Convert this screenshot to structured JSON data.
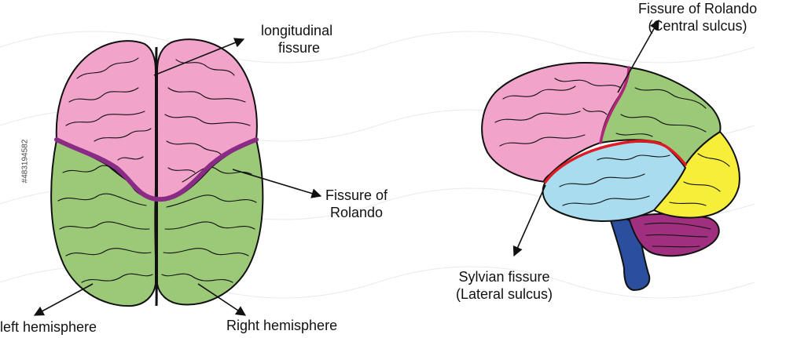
{
  "labels": {
    "longitudinal_line1": "longitudinal",
    "longitudinal_line2": "fissure",
    "rolando_line1": "Fissure of",
    "rolando_line2": "Rolando",
    "left_hemisphere": "left hemisphere",
    "right_hemisphere": "Right hemisphere",
    "central_line1": "Fissure of Rolando",
    "central_line2": "(Central sulcus)",
    "sylvian_line1": "Sylvian fissure",
    "sylvian_line2": "(Lateral sulcus)"
  },
  "stock_id": "#483194582",
  "colors": {
    "frontal": "#f2a3c9",
    "parietal": "#9cc977",
    "temporal": "#a9dcee",
    "occipital": "#f7ee3a",
    "cerebellum": "#a0307f",
    "brainstem": "#2b4f9e",
    "rolando_top": "#8a2b86",
    "central_side": "#b0267a",
    "lateral_side": "#e01b24",
    "outline": "#111111"
  },
  "icons": [
    "arrow-icon"
  ]
}
